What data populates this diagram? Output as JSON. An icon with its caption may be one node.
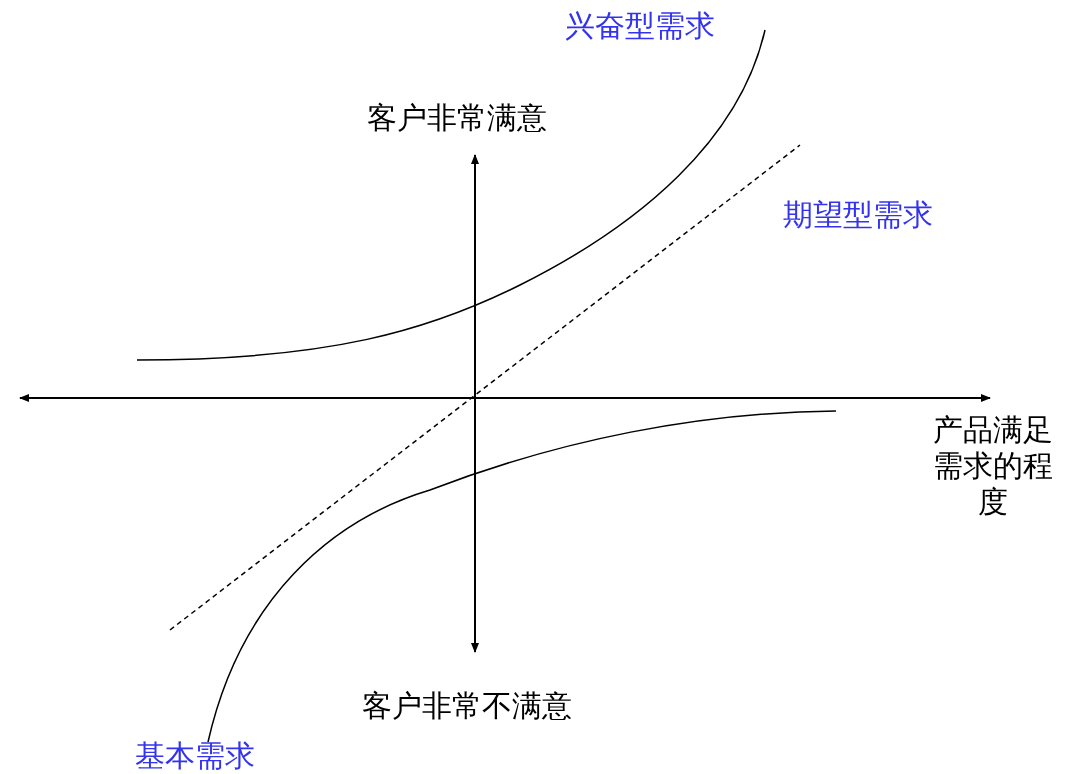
{
  "diagram": {
    "labels": [
      "兴奋型需求",
      "客户非常满意",
      "期望型需求",
      "产品满足需求的程度",
      "客户非常不满意",
      "基本需求"
    ]
  }
}
